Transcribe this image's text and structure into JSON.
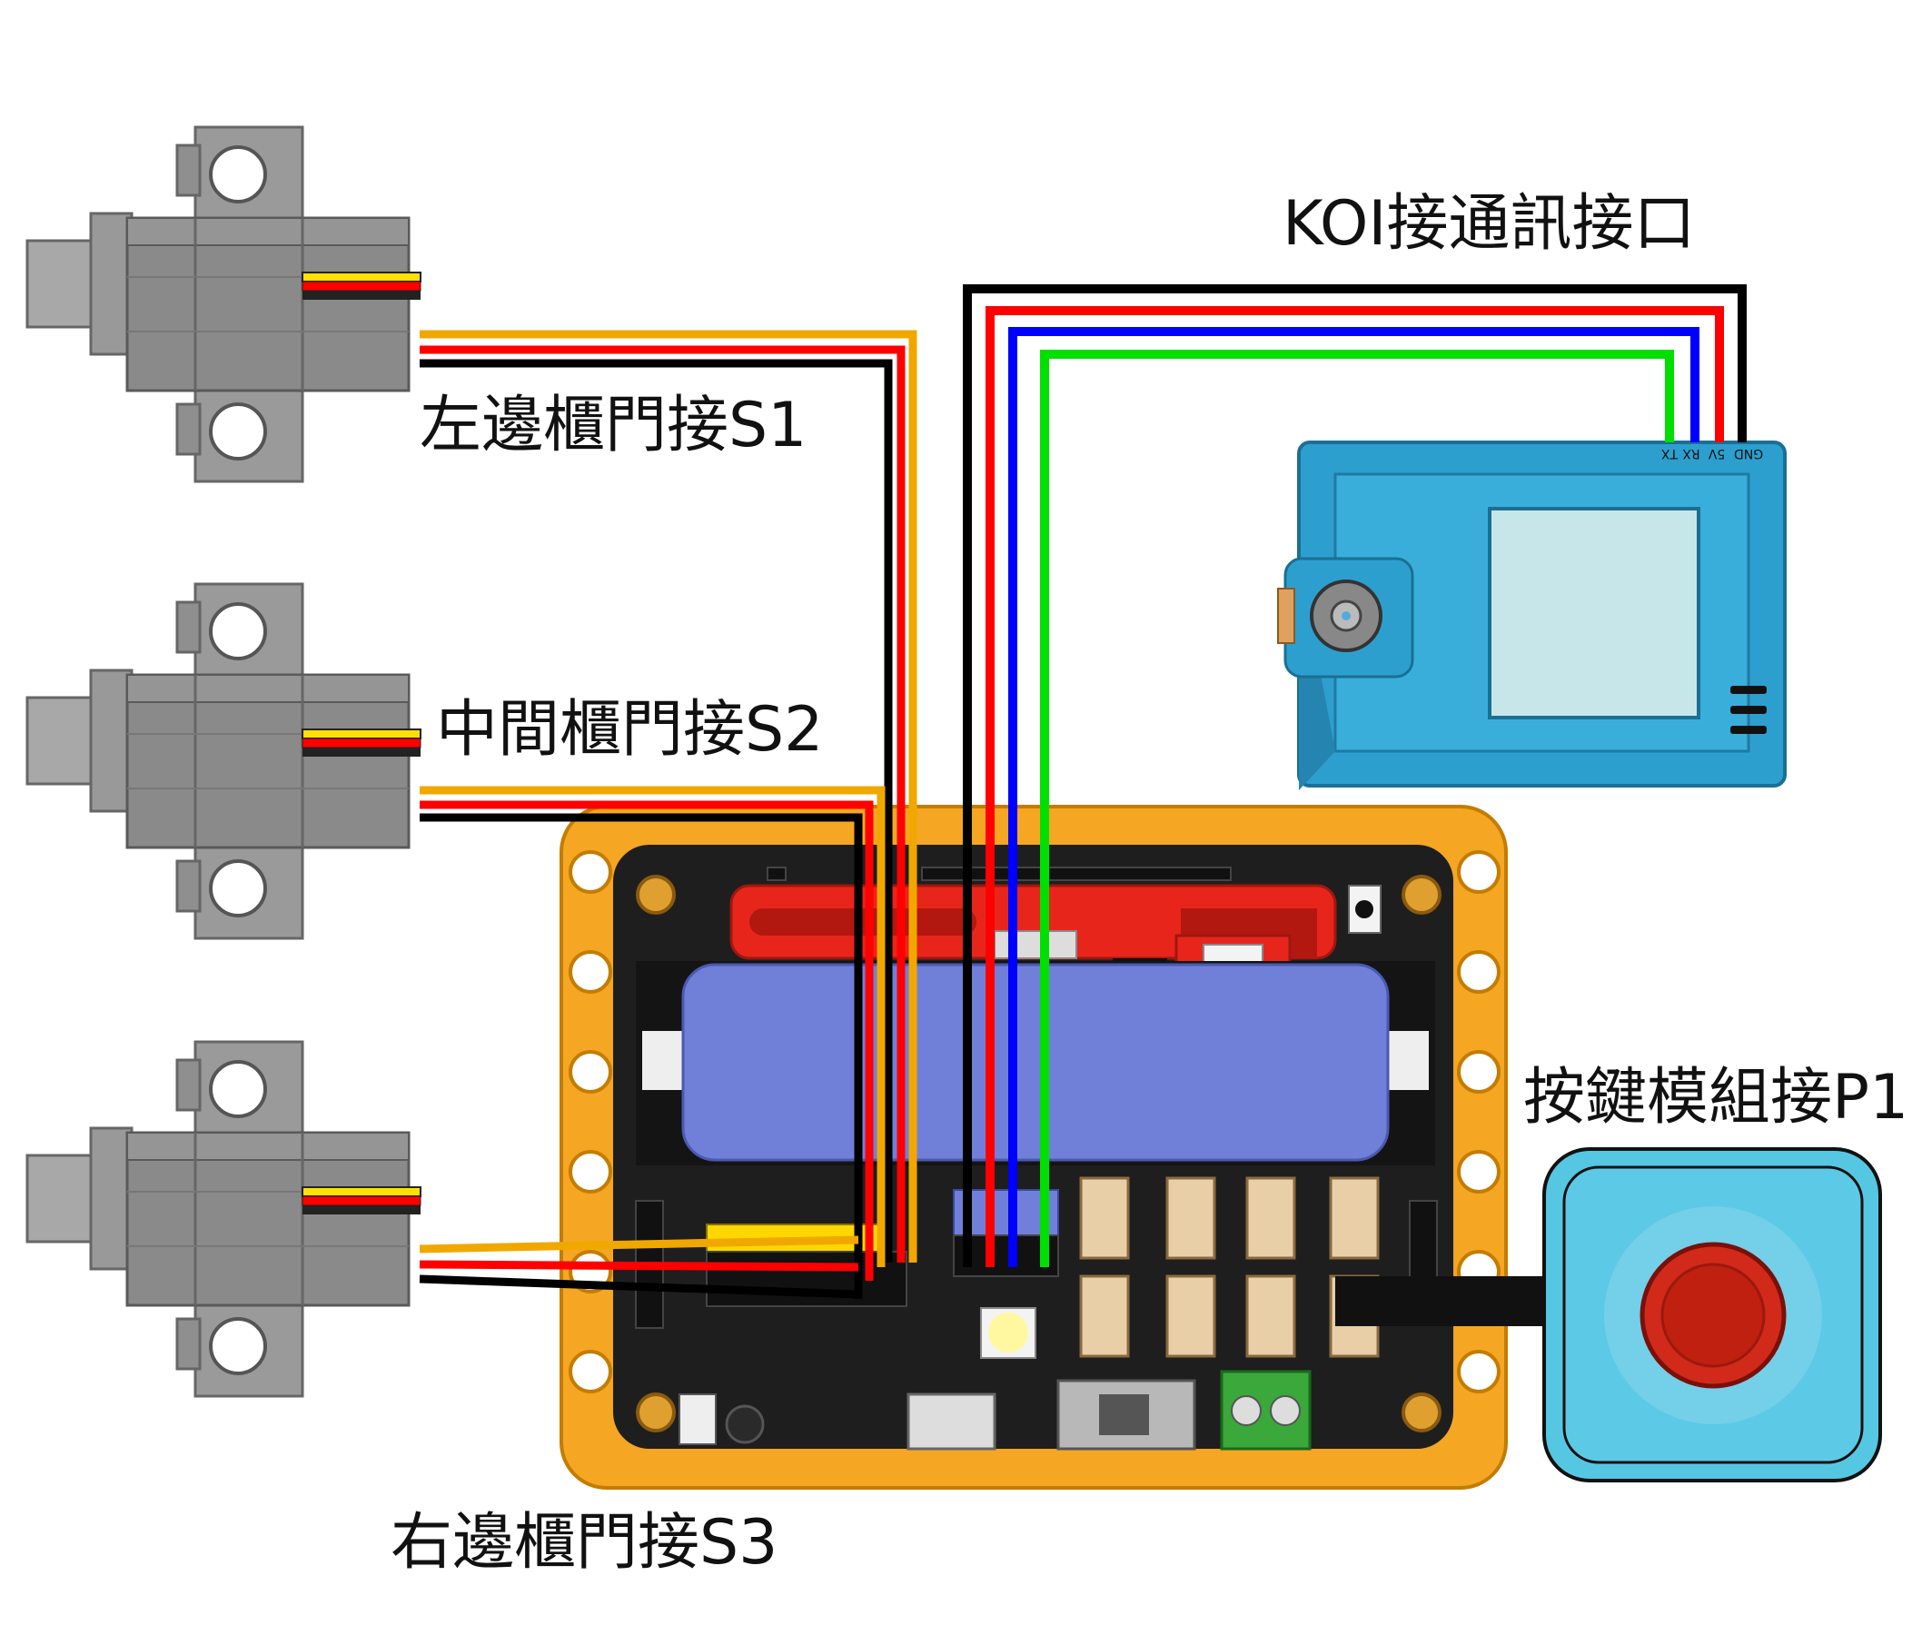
{
  "labels": {
    "koi": "KOI接通訊接口",
    "s1": "左邊櫃門接S1",
    "s2": "中間櫃門接S2",
    "s3": "右邊櫃門接S3",
    "p1": "按鍵模組接P1"
  },
  "koi_pins": {
    "gnd": "GND",
    "v5": "5V",
    "rx": "RX",
    "tx": "TX"
  },
  "components": {
    "servo_left": "servo-motor",
    "servo_middle": "servo-motor",
    "servo_right": "servo-motor",
    "controller_board": "controller-board",
    "koi_module": "koi-camera-module",
    "button_module": "push-button-module"
  },
  "wire_colors": {
    "signal": "#f0a800",
    "power": "#ff0000",
    "ground": "#000000",
    "rx": "#0000ff",
    "tx": "#00e000",
    "servo_yellow": "#ffe000"
  },
  "colors": {
    "frame_orange": "#f5a623",
    "board_black": "#1e1e1e",
    "battery_blue": "#7080d8",
    "koi_blue": "#2d9fcf",
    "koi_screen": "#c7e6ea",
    "button_case": "#56c7e3",
    "button_red": "#d12a1a",
    "servo_gray": "#8a8a8a"
  }
}
